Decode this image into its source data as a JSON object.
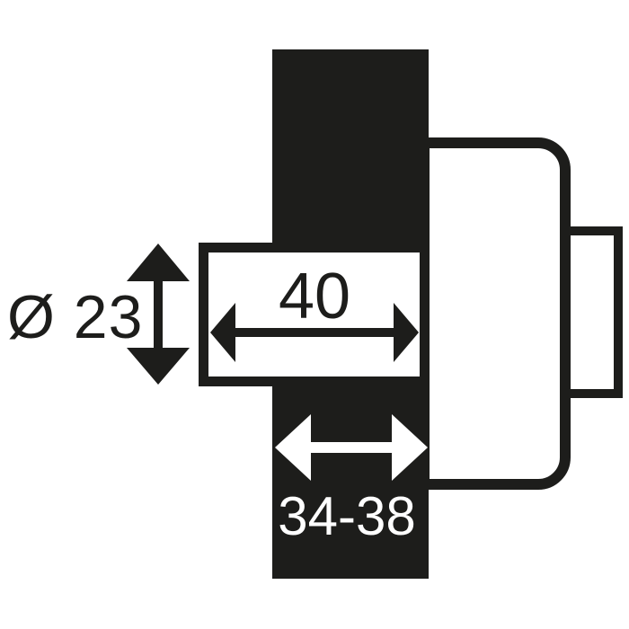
{
  "diagram": {
    "labels": {
      "diameter": "Ø 23",
      "length": "40",
      "thickness_range": "34-38"
    }
  },
  "colors": {
    "ink": "#1d1d1b",
    "paper": "#ffffff"
  }
}
